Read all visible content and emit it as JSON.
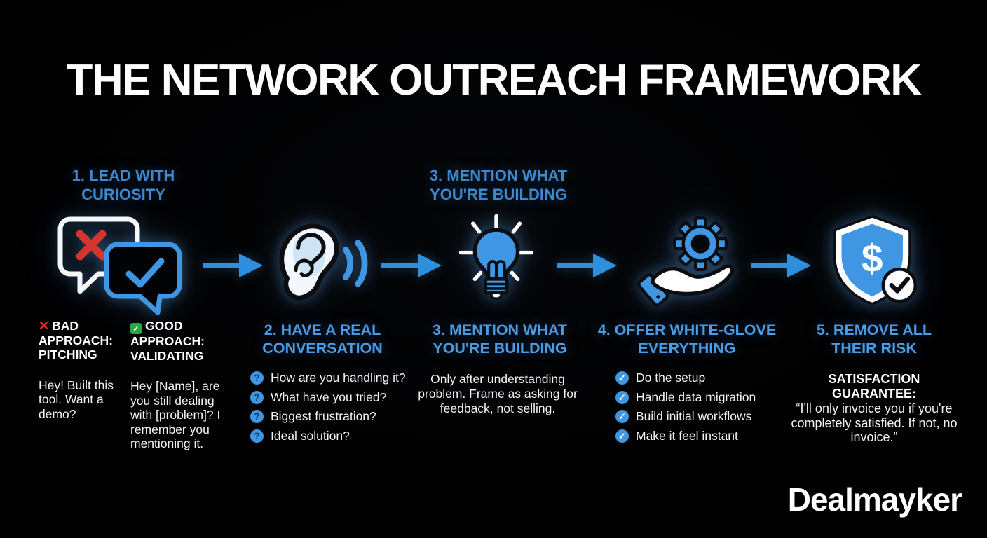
{
  "title": "THE NETWORK OUTREACH FRAMEWORK",
  "logo_text": "Dealmayker",
  "colors": {
    "background": "#000000",
    "accent_blue": "#3F97E3",
    "label_blue": "#4A9CE4",
    "arrow_blue": "#2E8FDF",
    "bad_red": "#D6342F",
    "good_green": "#27A844",
    "text_white": "#F3F3F3"
  },
  "icons": {
    "question_mark": "?",
    "check_mark": "✓",
    "cross_mark": "✕"
  },
  "steps": [
    {
      "title": "1. LEAD WITH CURIOSITY",
      "icon": "chat-bubbles-icon",
      "bad": {
        "heading": "BAD APPROACH: PITCHING",
        "body": "Hey! Built this tool. Want a demo?"
      },
      "good": {
        "heading": "GOOD APPROACH: VALIDATING",
        "body": "Hey [Name], are you still dealing with [problem]? I remember you mentioning it."
      }
    },
    {
      "title": "2. HAVE A REAL CONVERSATION",
      "icon": "ear-icon",
      "questions": [
        "How are you handling it?",
        "What have you tried?",
        "Biggest frustration?",
        "Ideal solution?"
      ]
    },
    {
      "top_title": "3. MENTION WHAT YOU'RE BUILDING",
      "title": "3. MENTION WHAT YOU'RE BUILDING",
      "icon": "lightbulb-icon",
      "body": "Only after understanding problem. Frame as asking for feedback, not selling."
    },
    {
      "title": "4. OFFER WHITE-GLOVE EVERYTHING",
      "icon": "hand-gear-icon",
      "checklist": [
        "Do the setup",
        "Handle data migration",
        "Build initial workflows",
        "Make it feel instant"
      ]
    },
    {
      "title": "5. REMOVE ALL THEIR RISK",
      "icon": "shield-dollar-icon",
      "guarantee_heading": "SATISFACTION GUARANTEE:",
      "guarantee_body": "“I'll only invoice you if you're completely satisfied. If not, no invoice.”"
    }
  ]
}
